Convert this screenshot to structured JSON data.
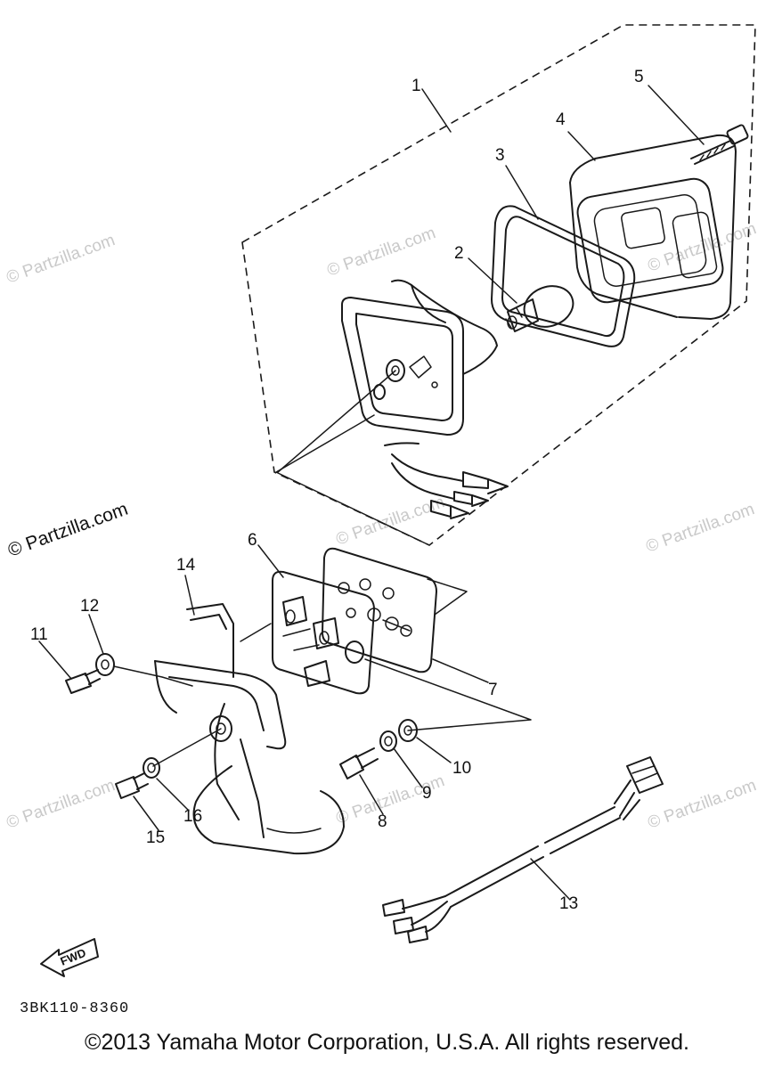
{
  "diagram": {
    "callouts": [
      {
        "id": "c1",
        "label": "1"
      },
      {
        "id": "c2",
        "label": "2"
      },
      {
        "id": "c3",
        "label": "3"
      },
      {
        "id": "c4",
        "label": "4"
      },
      {
        "id": "c5",
        "label": "5"
      },
      {
        "id": "c6",
        "label": "6"
      },
      {
        "id": "c7",
        "label": "7"
      },
      {
        "id": "c8",
        "label": "8"
      },
      {
        "id": "c9",
        "label": "9"
      },
      {
        "id": "c10",
        "label": "10"
      },
      {
        "id": "c11",
        "label": "11"
      },
      {
        "id": "c12",
        "label": "12"
      },
      {
        "id": "c13",
        "label": "13"
      },
      {
        "id": "c14",
        "label": "14"
      },
      {
        "id": "c15",
        "label": "15"
      },
      {
        "id": "c16",
        "label": "16"
      }
    ],
    "fwd_label": "FWD",
    "diagram_code": "3BK110-8360",
    "watermark": "© Partzilla.com",
    "copyright": "©2013 Yamaha Motor Corporation, U.S.A. All rights reserved."
  }
}
